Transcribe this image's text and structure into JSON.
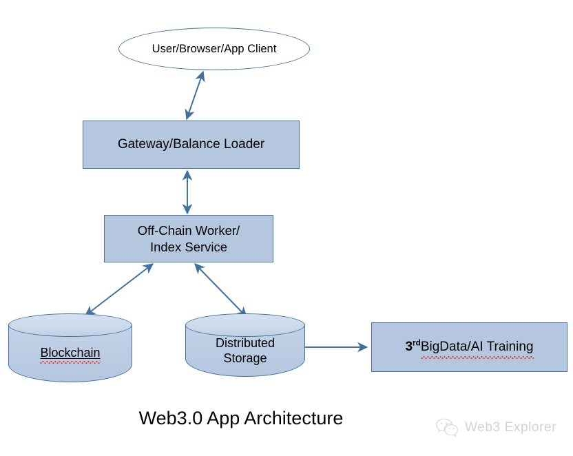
{
  "diagram": {
    "title": "Web3.0 App Architecture",
    "colors": {
      "node_fill": "#B4C7DF",
      "node_border": "#41719C",
      "cylinder_top_fill": "#CBDAEC",
      "edge": "#41719C",
      "spellcheck_squiggle": "#E23B26",
      "background": "#FFFFFF",
      "text": "#000000"
    },
    "nodes": [
      {
        "id": "user-client",
        "shape": "ellipse",
        "label": "User/Browser/App Client"
      },
      {
        "id": "gateway",
        "shape": "rectangle",
        "label": "Gateway/Balance Loader"
      },
      {
        "id": "offchain-worker",
        "shape": "rectangle",
        "label_line1": "Off-Chain Worker/",
        "label_line2": "Index Service"
      },
      {
        "id": "blockchain",
        "shape": "cylinder",
        "label": "Blockchain"
      },
      {
        "id": "distributed-storage",
        "shape": "cylinder",
        "label_line1": "Distributed",
        "label_line2": "Storage"
      },
      {
        "id": "bigdata-ai",
        "shape": "rectangle",
        "label_ordinal": "3",
        "label_ordinal_suffix": "rd",
        "label_rest": " BigData/AI Training"
      }
    ],
    "edges": [
      {
        "from": "gateway",
        "to": "user-client",
        "direction": "bidirectional"
      },
      {
        "from": "offchain-worker",
        "to": "gateway",
        "direction": "bidirectional"
      },
      {
        "from": "offchain-worker",
        "to": "blockchain",
        "direction": "bidirectional"
      },
      {
        "from": "offchain-worker",
        "to": "distributed-storage",
        "direction": "bidirectional"
      },
      {
        "from": "distributed-storage",
        "to": "bigdata-ai",
        "direction": "forward"
      }
    ]
  },
  "watermark": {
    "text": "Web3 Explorer",
    "icon": "wechat-logo-icon"
  }
}
